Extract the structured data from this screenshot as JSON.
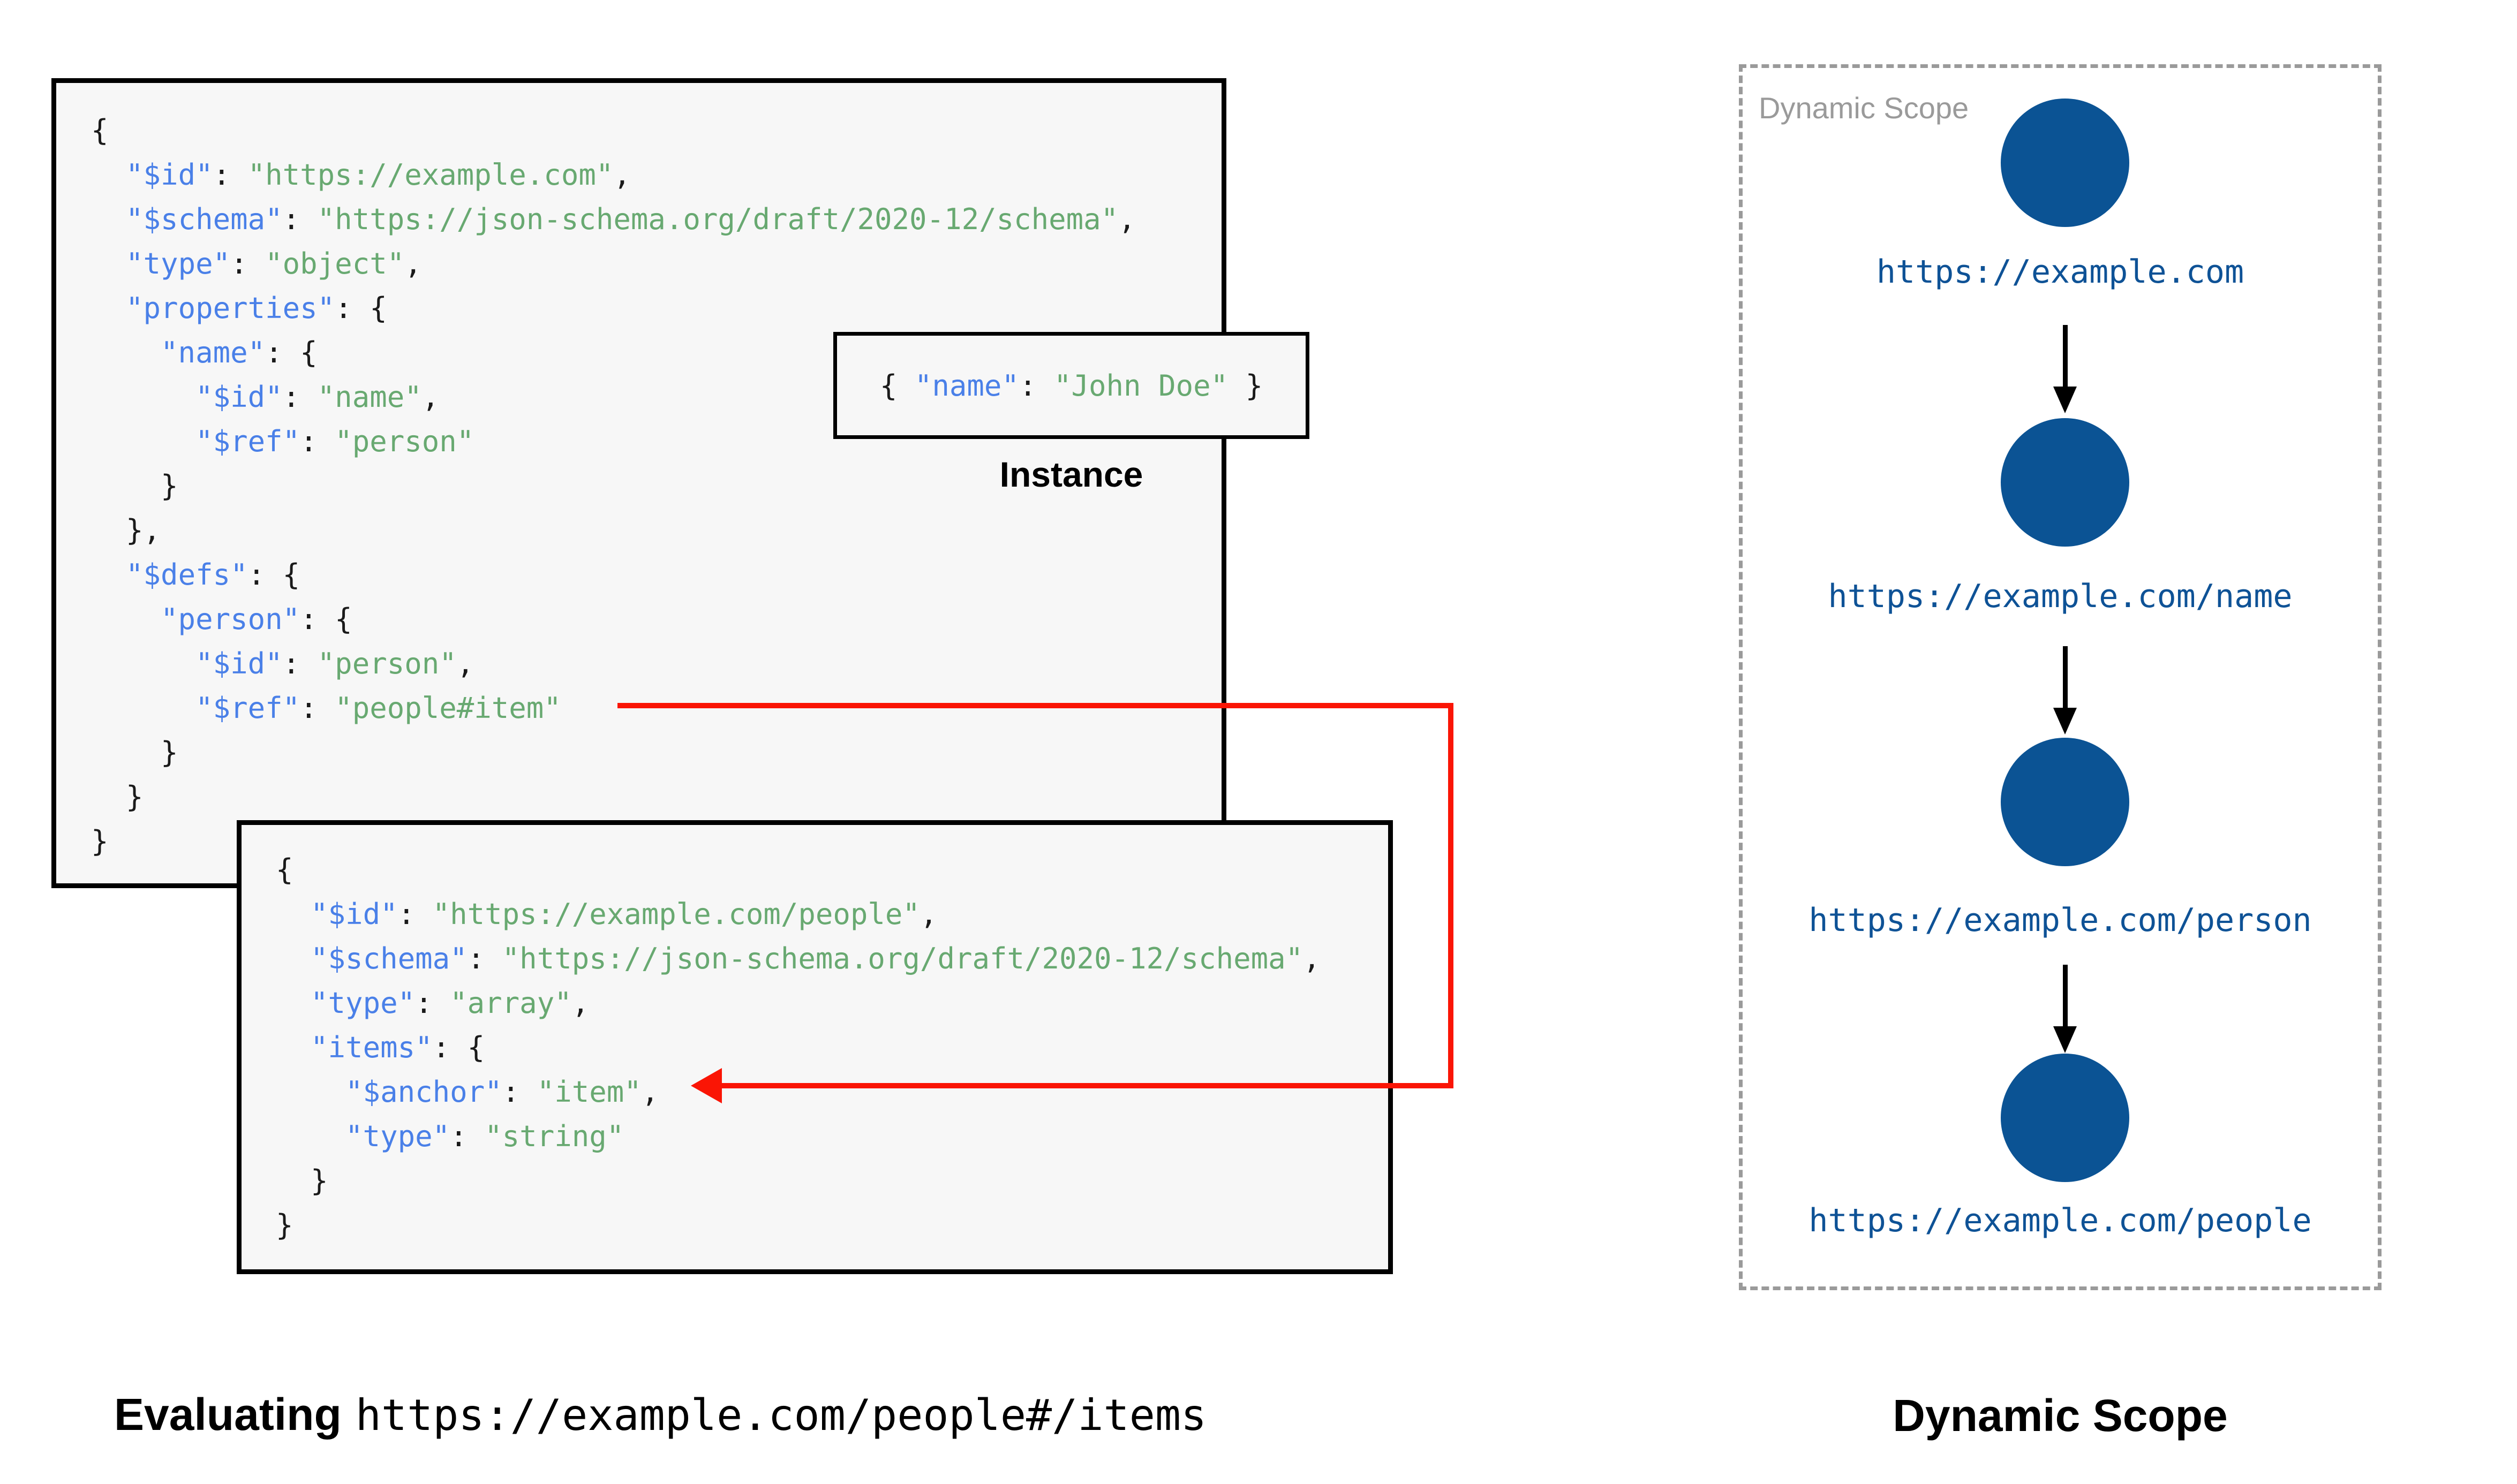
{
  "colors": {
    "code-key": "#4a80e8",
    "code-string": "#68a971",
    "code-punct": "#1a1a1a",
    "block-bg": "#f7f7f7",
    "node-blue": "#0b5394",
    "url-blue": "#0e5296",
    "accent-red": "#fa1505",
    "muted-gray": "#9a9a9a"
  },
  "schema_block_main": {
    "lines": [
      [
        [
          "p",
          "{"
        ]
      ],
      [
        [
          "p",
          "  "
        ],
        [
          "k",
          "\"$id\""
        ],
        [
          "p",
          ": "
        ],
        [
          "s",
          "\"https://example.com\""
        ],
        [
          "p",
          ","
        ]
      ],
      [
        [
          "p",
          "  "
        ],
        [
          "k",
          "\"$schema\""
        ],
        [
          "p",
          ": "
        ],
        [
          "s",
          "\"https://json-schema.org/draft/2020-12/schema\""
        ],
        [
          "p",
          ","
        ]
      ],
      [
        [
          "p",
          "  "
        ],
        [
          "k",
          "\"type\""
        ],
        [
          "p",
          ": "
        ],
        [
          "s",
          "\"object\""
        ],
        [
          "p",
          ","
        ]
      ],
      [
        [
          "p",
          "  "
        ],
        [
          "k",
          "\"properties\""
        ],
        [
          "p",
          ": {"
        ]
      ],
      [
        [
          "p",
          "    "
        ],
        [
          "k",
          "\"name\""
        ],
        [
          "p",
          ": {"
        ]
      ],
      [
        [
          "p",
          "      "
        ],
        [
          "k",
          "\"$id\""
        ],
        [
          "p",
          ": "
        ],
        [
          "s",
          "\"name\""
        ],
        [
          "p",
          ","
        ]
      ],
      [
        [
          "p",
          "      "
        ],
        [
          "k",
          "\"$ref\""
        ],
        [
          "p",
          ": "
        ],
        [
          "s",
          "\"person\""
        ]
      ],
      [
        [
          "p",
          "    }"
        ]
      ],
      [
        [
          "p",
          "  },"
        ]
      ],
      [
        [
          "p",
          "  "
        ],
        [
          "k",
          "\"$defs\""
        ],
        [
          "p",
          ": {"
        ]
      ],
      [
        [
          "p",
          "    "
        ],
        [
          "k",
          "\"person\""
        ],
        [
          "p",
          ": {"
        ]
      ],
      [
        [
          "p",
          "      "
        ],
        [
          "k",
          "\"$id\""
        ],
        [
          "p",
          ": "
        ],
        [
          "s",
          "\"person\""
        ],
        [
          "p",
          ","
        ]
      ],
      [
        [
          "p",
          "      "
        ],
        [
          "k",
          "\"$ref\""
        ],
        [
          "p",
          ": "
        ],
        [
          "s",
          "\"people#item\""
        ]
      ],
      [
        [
          "p",
          "    }"
        ]
      ],
      [
        [
          "p",
          "  }"
        ]
      ],
      [
        [
          "p",
          "}"
        ]
      ]
    ]
  },
  "schema_block_people": {
    "lines": [
      [
        [
          "p",
          "{"
        ]
      ],
      [
        [
          "p",
          "  "
        ],
        [
          "k",
          "\"$id\""
        ],
        [
          "p",
          ": "
        ],
        [
          "s",
          "\"https://example.com/people\""
        ],
        [
          "p",
          ","
        ]
      ],
      [
        [
          "p",
          "  "
        ],
        [
          "k",
          "\"$schema\""
        ],
        [
          "p",
          ": "
        ],
        [
          "s",
          "\"https://json-schema.org/draft/2020-12/schema\""
        ],
        [
          "p",
          ","
        ]
      ],
      [
        [
          "p",
          "  "
        ],
        [
          "k",
          "\"type\""
        ],
        [
          "p",
          ": "
        ],
        [
          "s",
          "\"array\""
        ],
        [
          "p",
          ","
        ]
      ],
      [
        [
          "p",
          "  "
        ],
        [
          "k",
          "\"items\""
        ],
        [
          "p",
          ": {"
        ]
      ],
      [
        [
          "p",
          "    "
        ],
        [
          "k",
          "\"$anchor\""
        ],
        [
          "p",
          ": "
        ],
        [
          "s",
          "\"item\""
        ],
        [
          "p",
          ","
        ]
      ],
      [
        [
          "p",
          "    "
        ],
        [
          "k",
          "\"type\""
        ],
        [
          "p",
          ": "
        ],
        [
          "s",
          "\"string\""
        ]
      ],
      [
        [
          "p",
          "  }"
        ]
      ],
      [
        [
          "p",
          "}"
        ]
      ]
    ]
  },
  "instance": {
    "label": "Instance",
    "code": {
      "lines": [
        [
          [
            "p",
            "{ "
          ],
          [
            "k",
            "\"name\""
          ],
          [
            "p",
            ": "
          ],
          [
            "s",
            "\"John Doe\""
          ],
          [
            "p",
            " }"
          ]
        ]
      ]
    }
  },
  "dynamic_scope": {
    "panel_label": "Dynamic Scope",
    "caption": "Dynamic Scope",
    "nodes": [
      {
        "label": "https://example.com"
      },
      {
        "label": "https://example.com/name"
      },
      {
        "label": "https://example.com/person"
      },
      {
        "label": "https://example.com/people"
      }
    ]
  },
  "footer": {
    "evaluating_label": "Evaluating",
    "evaluating_uri": "https://example.com/people#/items"
  }
}
